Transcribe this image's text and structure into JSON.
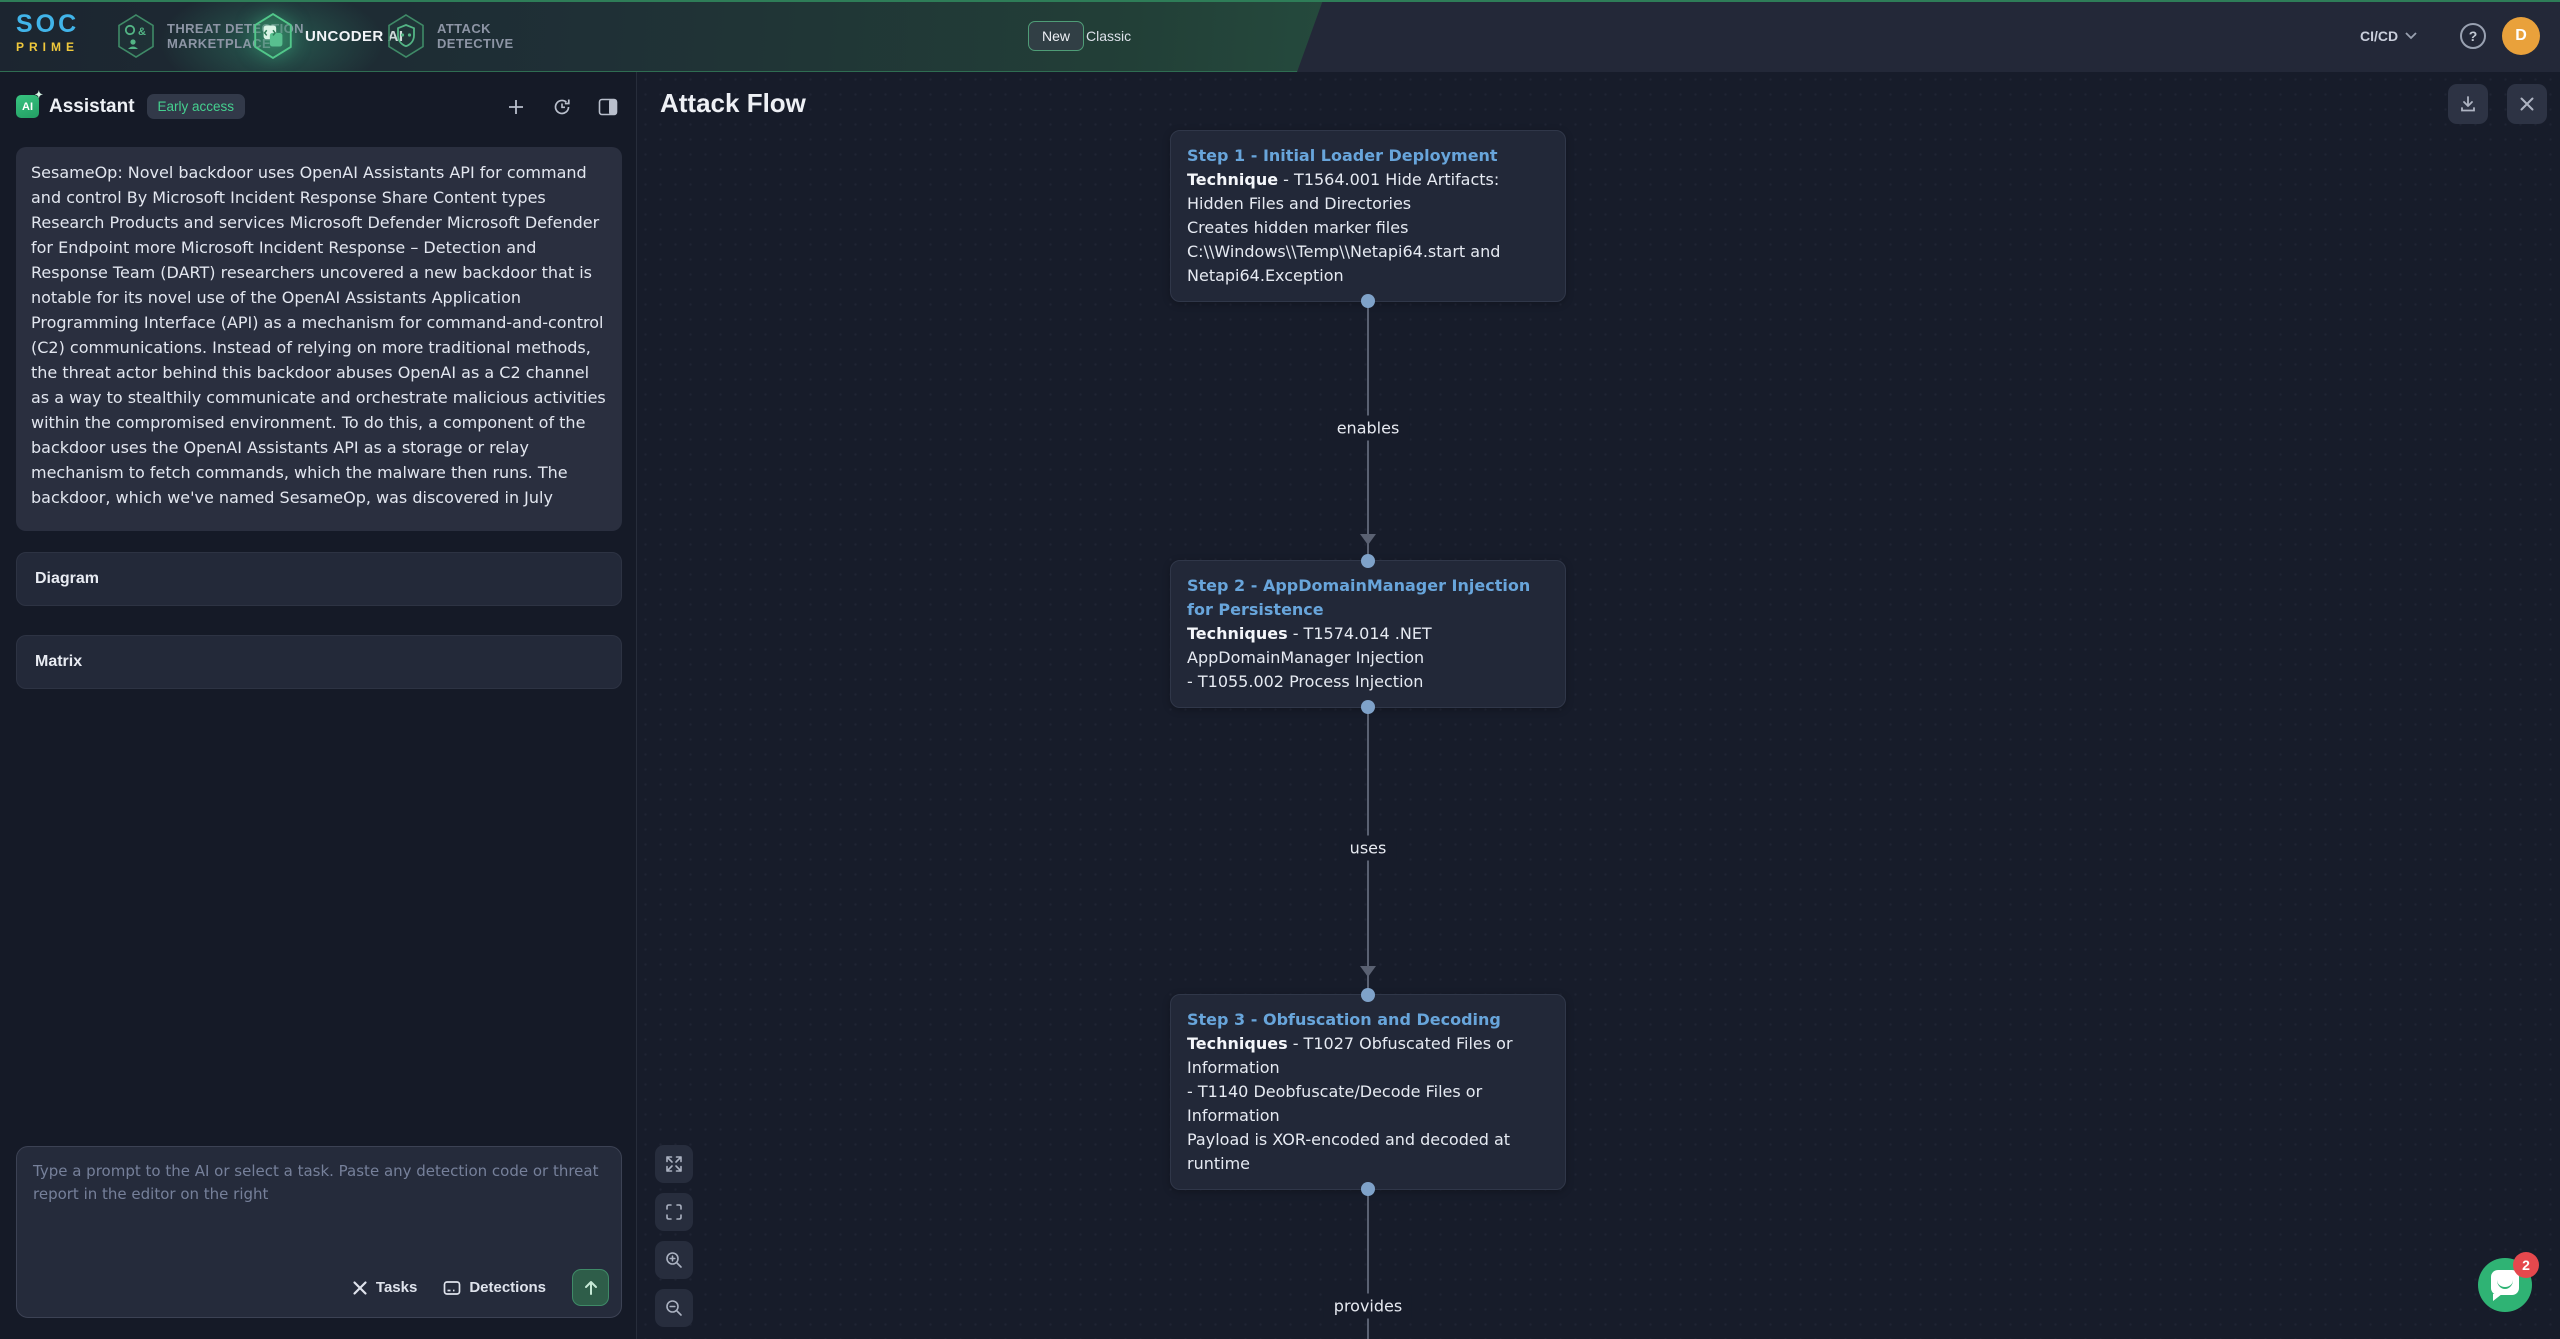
{
  "navbar": {
    "logo": {
      "line1": "SOC",
      "line2": "PRIME"
    },
    "items": [
      {
        "label_line1": "THREAT DETECTION",
        "label_line2": "MARKETPLACE",
        "active": false
      },
      {
        "label_line1": "UNCODER AI",
        "label_line2": "",
        "active": true
      },
      {
        "label_line1": "ATTACK",
        "label_line2": "DETECTIVE",
        "active": false
      }
    ],
    "mode_toggle": {
      "new_label": "New",
      "classic_label": "Classic"
    },
    "cicd_label": "CI/CD",
    "help_glyph": "?",
    "avatar_initial": "D"
  },
  "sidebar": {
    "title": "Assistant",
    "badge": "Early access",
    "report_text": "SesameOp: Novel backdoor uses OpenAI Assistants API for command and control By Microsoft Incident Response Share Content types Research Products and services Microsoft Defender Microsoft Defender for Endpoint more Microsoft Incident Response – Detection and Response Team (DART) researchers uncovered a new backdoor that is notable for its novel use of the OpenAI Assistants Application Programming Interface (API) as a mechanism for command-and-control (C2) communications. Instead of relying on more traditional methods, the threat actor behind this backdoor abuses OpenAI as a C2 channel as a way to stealthily communicate and orchestrate malicious activities within the compromised environment. To do this, a component of the backdoor uses the OpenAI Assistants API as a storage or relay mechanism to fetch commands, which the malware then runs. The backdoor, which we've named SesameOp, was discovered in July",
    "sections": [
      {
        "label": "Diagram"
      },
      {
        "label": "Matrix"
      }
    ],
    "prompt": {
      "placeholder": "Type a prompt to the AI or select a task. Paste any detection code or threat report in the editor on the right"
    },
    "actions": {
      "tasks_label": "Tasks",
      "detections_label": "Detections"
    }
  },
  "main": {
    "title": "Attack Flow",
    "flow": {
      "nodes": [
        {
          "title": "Step 1 - Initial Loader Deployment",
          "body": [
            {
              "b": "Technique",
              "t": " - T1564.001 Hide Artifacts: Hidden Files and Directories"
            },
            {
              "t": "Creates hidden marker files C:\\\\Windows\\\\Temp\\\\Netapi64.start and Netapi64.Exception"
            }
          ]
        },
        {
          "title": "Step 2 - AppDomainManager Injection for Persistence",
          "body": [
            {
              "b": "Techniques",
              "t": " - T1574.014 .NET AppDomainManager Injection"
            },
            {
              "t": "- T1055.002 Process Injection"
            }
          ]
        },
        {
          "title": "Step 3 - Obfuscation and Decoding",
          "body": [
            {
              "b": "Techniques",
              "t": " - T1027 Obfuscated Files or Information"
            },
            {
              "t": "- T1140 Deobfuscate/Decode Files or Information"
            },
            {
              "t": "Payload is XOR-encoded and decoded at runtime"
            }
          ]
        }
      ],
      "edges": [
        {
          "label": "enables"
        },
        {
          "label": "uses"
        },
        {
          "label": "provides"
        }
      ]
    }
  },
  "chat": {
    "unread_count": "2"
  },
  "colors": {
    "accent_green": "#3ecf8e",
    "node_title_blue": "#68a5db",
    "connector_dot_blue": "#7fa2c9",
    "avatar_orange": "#e9a13b",
    "badge_red": "#e5484d",
    "logo_blue": "#41b4e9",
    "logo_yellow": "#f0c93c"
  },
  "icons": {
    "hexagon_nav": "green outlined hexagon",
    "send": "arrow-up",
    "tasks": "crossed-tools",
    "detections": "card-list"
  }
}
